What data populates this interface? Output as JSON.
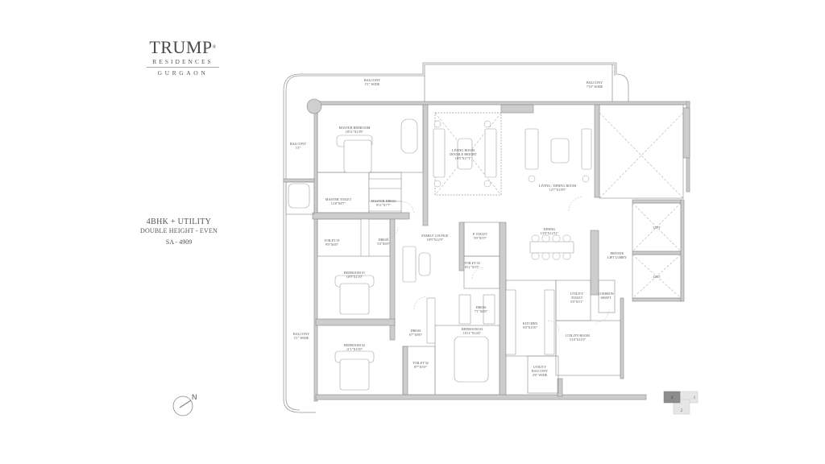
{
  "brand": {
    "name": "TRUMP",
    "mark": "®",
    "line2": "RESIDENCES",
    "line3": "GURGAON"
  },
  "unit": {
    "type": "4BHK + UTILITY",
    "variant": "DOUBLE HEIGHT - EVEN",
    "area": "SA - 4909"
  },
  "rooms": {
    "balcony_top": {
      "name": "BALCONY",
      "size": "5'1\" WIDE"
    },
    "balcony_right": {
      "name": "BALCONY",
      "size": "7'10\" WIDE"
    },
    "balcony_left": {
      "name": "BALCONY",
      "size": "5'1\""
    },
    "balcony_bottom_left": {
      "name": "BALCONY",
      "size": "5'1\" WIDE"
    },
    "master_bedroom": {
      "name": "MASTER BEDROOM",
      "size": "18'11\"X13'9\""
    },
    "living_double": {
      "name": "LIVING ROOM",
      "sub": "DOUBLE HEIGHT",
      "size": "18'0\"X17'1\""
    },
    "living_dining": {
      "name": "LIVING / DINING ROOM",
      "size": "12'7\"X19'9\""
    },
    "master_toilet": {
      "name": "MASTER TOILET",
      "size": "12'8\"X8'7\""
    },
    "master_dress": {
      "name": "MASTER DRESS",
      "size": "9'11\"X7'7\""
    },
    "toilet_01": {
      "name": "TOILET 01",
      "size": "9'0\"X6'0\""
    },
    "dress_01": {
      "name": "DRESS",
      "size": "5'4\"X6'0\""
    },
    "family_lounge": {
      "name": "FAMILY LOUNGE",
      "size": "10'9\"X12'9\""
    },
    "p_toilet": {
      "name": "P. TOILET",
      "size": "5'0\"X5'5\""
    },
    "toilet_03": {
      "name": "TOILET 03",
      "size": "8'11\"X5'5\""
    },
    "dress_03": {
      "name": "DRESS",
      "size": "7'1\"X6'0\""
    },
    "dining": {
      "name": "DINING",
      "size": "13'0\"X12'11\""
    },
    "private_lift_lobby": {
      "name": "PRIVATE",
      "sub": "LIFT LOBBY"
    },
    "lift_1": {
      "name": "LIFT"
    },
    "lift_2": {
      "name": "LIFT"
    },
    "bedroom_01": {
      "name": "BEDROOM 01",
      "size": "10'9\"X13'0\""
    },
    "bedroom_02": {
      "name": "BEDROOM 02",
      "size": "11'1\"X13'0\""
    },
    "bedroom_03": {
      "name": "BEDROOM 03",
      "size": "10'11\"X14'4\""
    },
    "dress_02": {
      "name": "DRESS",
      "size": "6'7\"X8'0\""
    },
    "toilet_02": {
      "name": "TOILET 02",
      "size": "8'7\"X5'0\""
    },
    "kitchen": {
      "name": "KITCHEN",
      "size": "9'0\"X15'0\""
    },
    "utility_toilet": {
      "name": "UTILITY",
      "sub": "TOILET",
      "size": "5'0\"X5'1\""
    },
    "utility_room": {
      "name": "UTILITY ROOM",
      "size": "5'10\"X11'0\""
    },
    "utility_balcony": {
      "name": "UTILITY",
      "sub": "BALCONY",
      "size": "4'6\" WIDE"
    },
    "common_shaft": {
      "name": "COMMON",
      "sub": "SHAFT"
    }
  },
  "compass": {
    "label": "N"
  },
  "keyplan": {
    "cells": [
      "3",
      "1",
      "2"
    ],
    "active": "3"
  },
  "colors": {
    "wall": "#c8c8c8",
    "wall_stroke": "#8a8a8a",
    "line": "#9a9a9a",
    "text": "#555555",
    "key_active": "#8c8c8c",
    "key_inactive": "#dcdcdc"
  }
}
